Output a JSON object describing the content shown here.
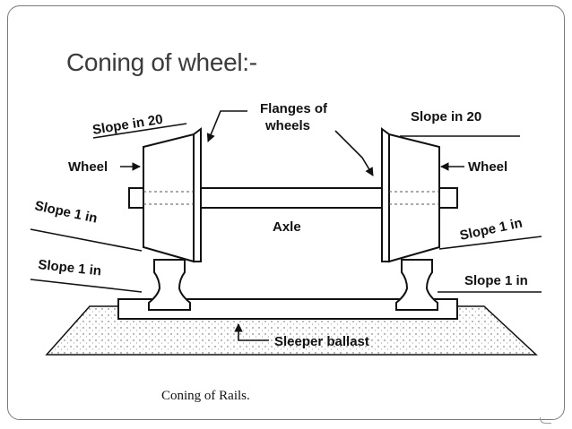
{
  "slide": {
    "title": "Coning of wheel:-",
    "caption": "Coning of Rails."
  },
  "diagram": {
    "labels": {
      "flanges": [
        "Flanges of",
        "wheels"
      ],
      "slope_in_20_left": "Slope in 20",
      "slope_in_20_right": "Slope in 20",
      "wheel_left": "Wheel",
      "wheel_right": "Wheel",
      "slope_1_in_left_upper": "Slope 1 in",
      "slope_1_in_left_lower": "Slope 1 in",
      "slope_1_in_right_upper": "Slope 1 in",
      "slope_1_in_right_lower": "Slope 1 in",
      "axle": "Axle",
      "sleeper_ballast": "Sleeper ballast"
    }
  }
}
